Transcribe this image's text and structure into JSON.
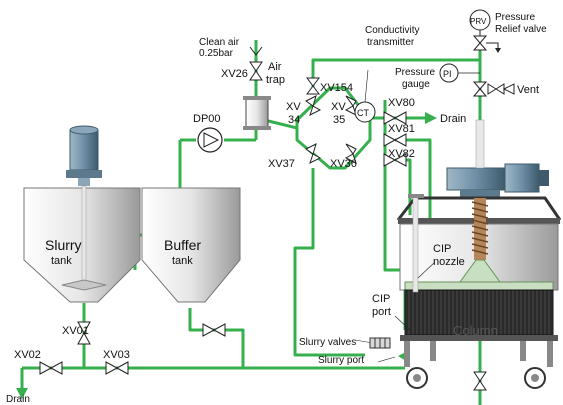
{
  "colors": {
    "pipe": "#35b04d",
    "pipe_dark": "#2a8f3c",
    "steel_light": "#f2f2f2",
    "steel_mid": "#b8b8b8",
    "steel_dark": "#5a5a5a",
    "motor": "#6f8fa6",
    "column": "#2b2b2b",
    "resin": "#c9dfc1",
    "text": "#111111"
  },
  "labels": {
    "slurry_tank": "Slurry",
    "slurry_tank_sub": "tank",
    "buffer_tank": "Buffer",
    "buffer_tank_sub": "tank",
    "clean_air": "Clean air",
    "clean_air_pressure": "0.25bar",
    "air_trap_1": "Air",
    "air_trap_2": "trap",
    "conductivity_1": "Conductivity",
    "conductivity_2": "transmitter",
    "prv_tag": "PRV",
    "prv_1": "Pressure",
    "prv_2": "Relief valve",
    "pi_tag": "PI",
    "pressure_gauge_1": "Pressure",
    "pressure_gauge_2": "gauge",
    "vent": "Vent",
    "drain_top": "Drain",
    "drain_bottom": "Drain",
    "ct_tag": "CT",
    "pump": "DP00",
    "cip_nozzle_1": "CIP",
    "cip_nozzle_2": "nozzle",
    "cip_port_1": "CIP",
    "cip_port_2": "port",
    "column": "Column",
    "slurry_valves": "Slurry valves",
    "slurry_port": "Slurry port"
  },
  "valves": {
    "xv01": "XV01",
    "xv02": "XV02",
    "xv03": "XV03",
    "xv26": "XV26",
    "xv154": "XV154",
    "xv34": "XV\n34",
    "xv34_a": "XV",
    "xv34_b": "34",
    "xv35_a": "XV",
    "xv35_b": "35",
    "xv36": "XV36",
    "xv37": "XV37",
    "xv80": "XV80",
    "xv81": "XV81",
    "xv82": "XV82"
  }
}
